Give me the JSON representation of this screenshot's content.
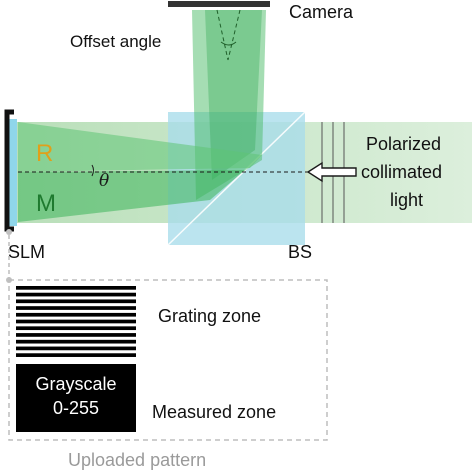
{
  "labels": {
    "camera": "Camera",
    "offset_angle": "Offset angle",
    "polarized_line1": "Polarized",
    "polarized_line2": "collimated",
    "polarized_line3": "light",
    "region_r": "R",
    "region_m": "M",
    "theta": "θ",
    "slm": "SLM",
    "bs": "BS",
    "grating_zone": "Grating zone",
    "grayscale_line1": "Grayscale",
    "grayscale_line2": "0-255",
    "measured_zone": "Measured zone",
    "uploaded_pattern": "Uploaded pattern"
  },
  "colors": {
    "beam_light": "#cfe8cf",
    "beam_mid": "#8fd49a",
    "beam_dark": "#3cb45a",
    "splitter_cyan": "#a8dcea",
    "r_orange": "#e0a01a",
    "m_green": "#1f7a2f",
    "slm_body": "#111111",
    "dashed_gray": "#bdbdbd"
  },
  "grating": {
    "stripe_count": 11
  }
}
